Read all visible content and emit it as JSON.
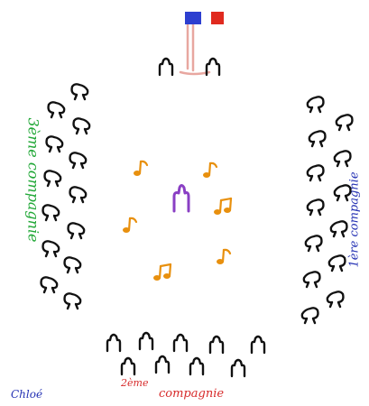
{
  "labels": {
    "left_company": "3ème compagnie",
    "right_company": "1ère compagnie",
    "bottom_company_num": "2ème",
    "bottom_company_word": "compagnie",
    "signature": "Chloé"
  },
  "colors": {
    "soldier": "#111111",
    "musician_note": "#e8900e",
    "conductor": "#8a3fc4",
    "flag_blue": "#2d3fd0",
    "flag_red": "#e02a1f",
    "flag_pole": "#e8a7a0",
    "left_label": "#22a838",
    "right_label": "#2532b4",
    "bottom_label": "#d72b2b",
    "signature": "#2532b4"
  },
  "icons": [
    "soldier-icon",
    "music-note-icon",
    "conductor-icon",
    "flag-icon"
  ]
}
